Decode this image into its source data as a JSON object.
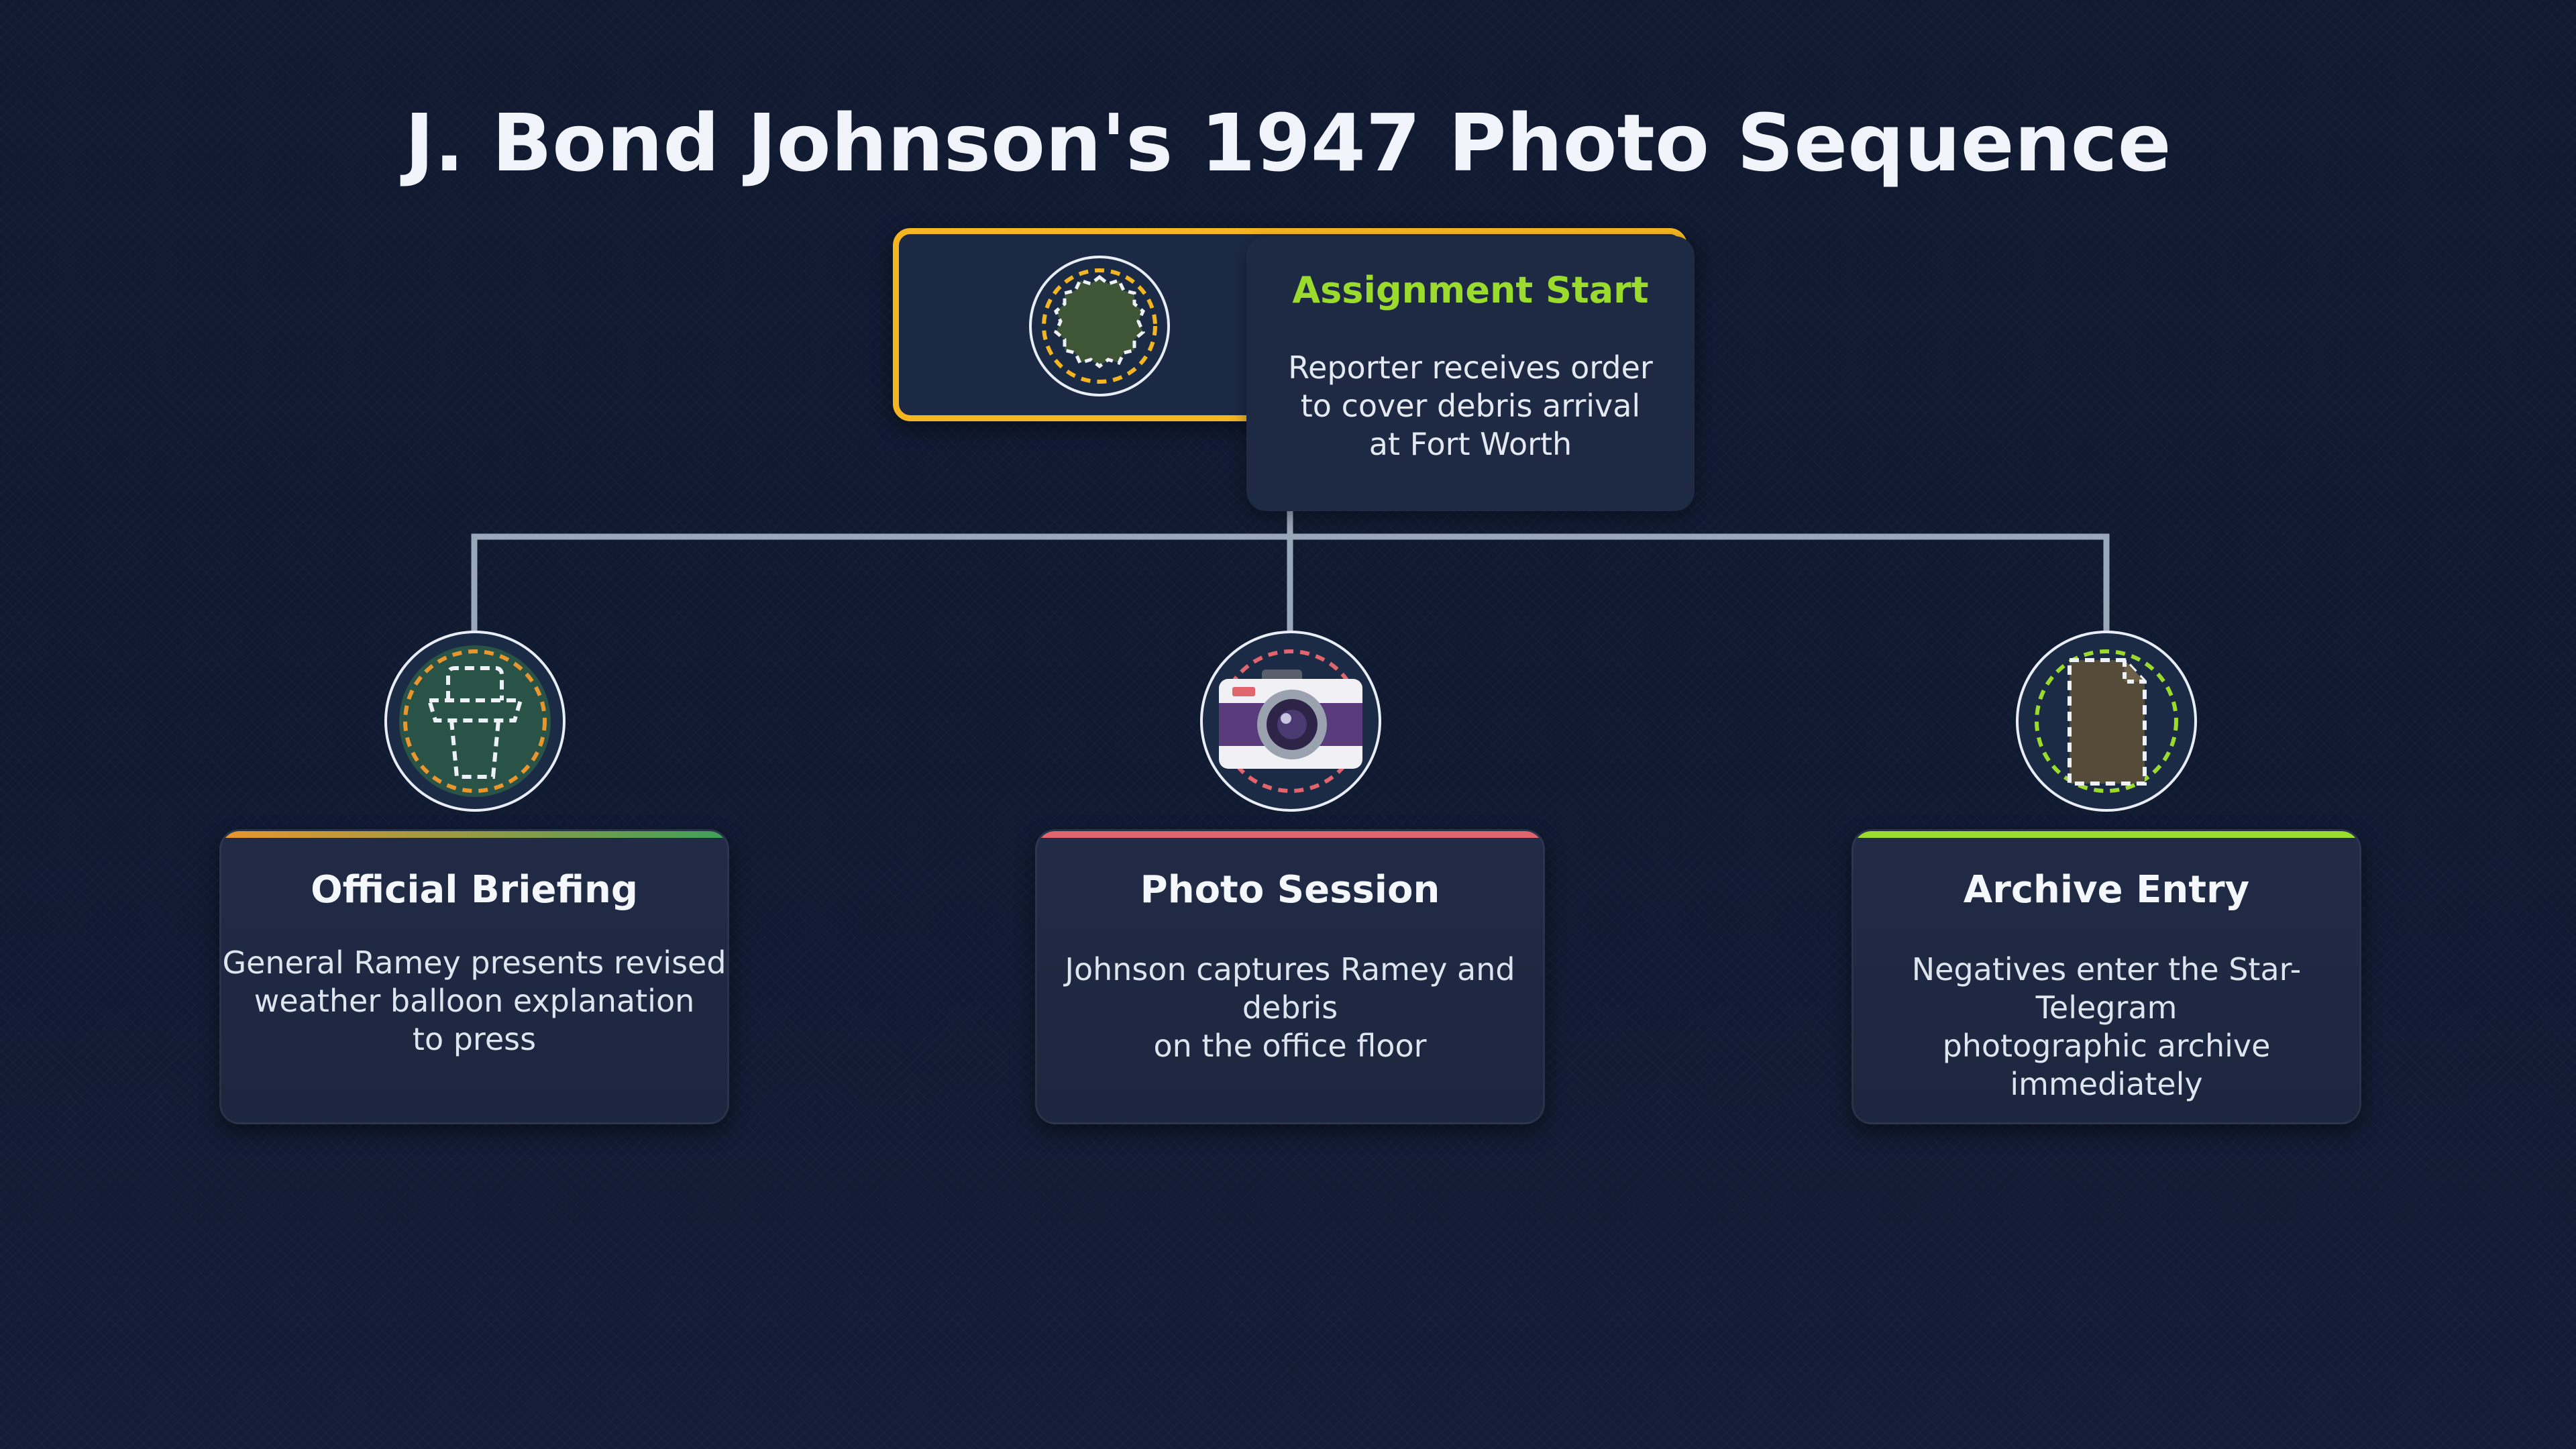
{
  "title": "J. Bond Johnson's 1947 Photo Sequence",
  "colors": {
    "background": "#111a31",
    "root_border": "#f4b522",
    "root_title": "#9adb2e",
    "connector": "#9aa7ba",
    "briefing_accent": "#e9962e",
    "photo_accent": "#e0656c",
    "archive_accent": "#9adb2e"
  },
  "root": {
    "title": "Assignment Start",
    "description": "Reporter receives order\nto cover debris arrival\nat Fort Worth",
    "icon": "badge-icon"
  },
  "children": [
    {
      "title": "Official Briefing",
      "description": "General Ramey presents revised\nweather balloon explanation\nto press",
      "icon": "podium-icon"
    },
    {
      "title": "Photo Session",
      "description": "Johnson captures Ramey and debris\non the office floor",
      "icon": "camera-icon"
    },
    {
      "title": "Archive Entry",
      "description": "Negatives enter the Star-Telegram\nphotographic archive immediately",
      "icon": "document-icon"
    }
  ]
}
